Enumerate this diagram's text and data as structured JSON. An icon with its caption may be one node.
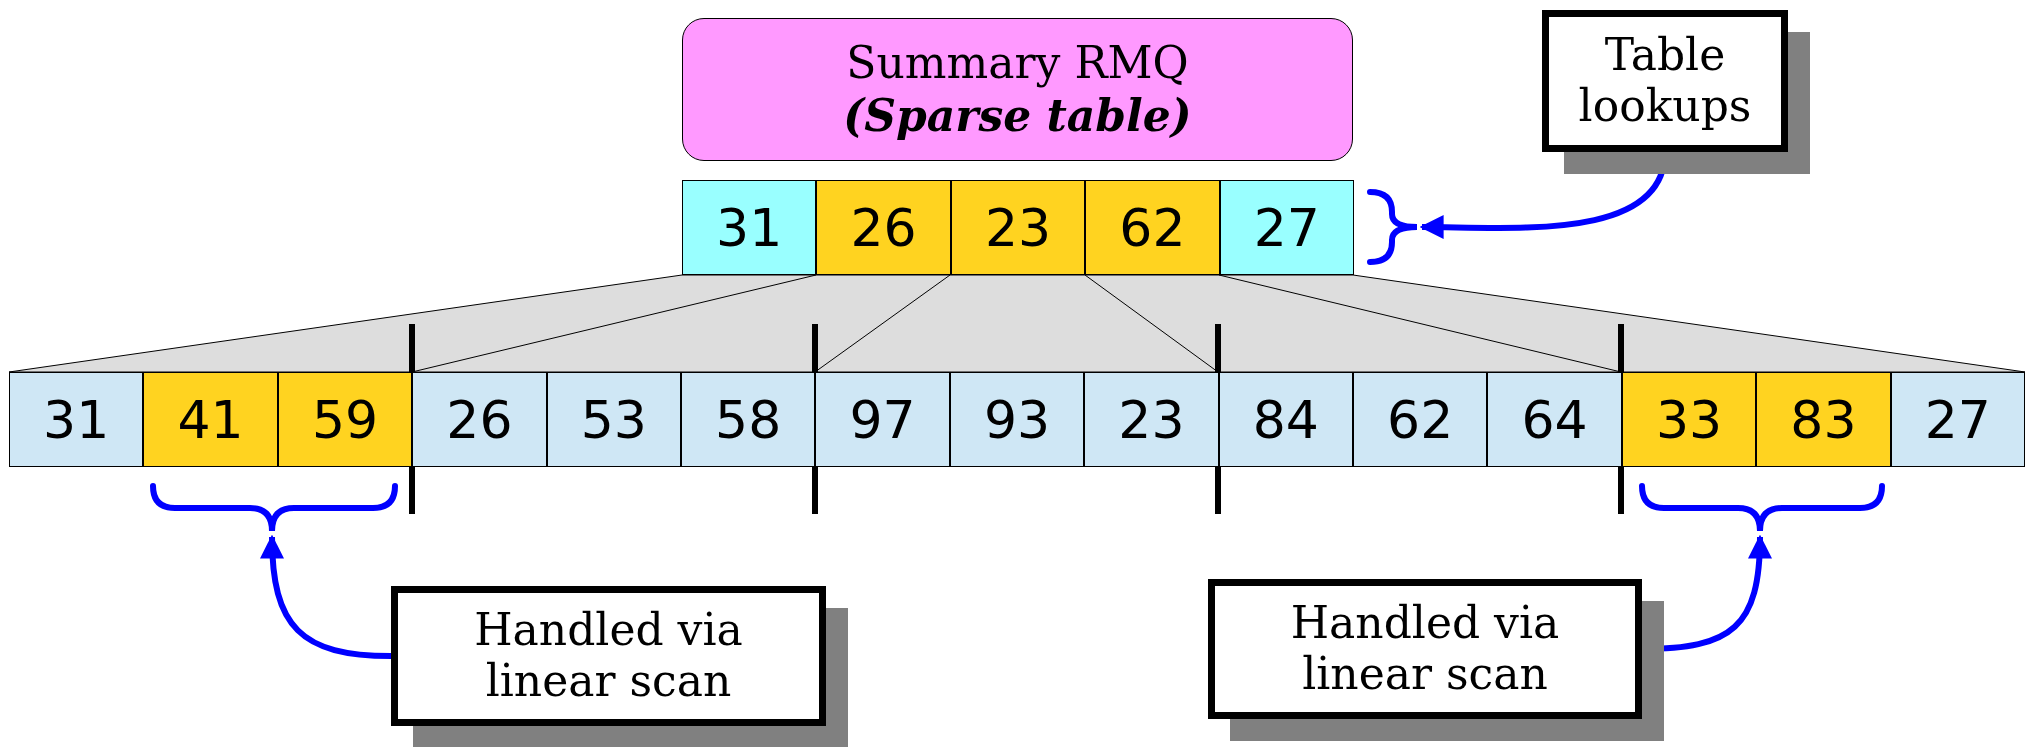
{
  "diagram": {
    "nodes": [
      {
        "text": [
          "Summary RMQ",
          "(Sparse table)"
        ]
      },
      {
        "text": [
          "Table lookups"
        ]
      },
      {
        "text": [
          "31"
        ]
      },
      {
        "text": [
          "26"
        ]
      },
      {
        "text": [
          "23"
        ]
      },
      {
        "text": [
          "62"
        ]
      },
      {
        "text": [
          "27"
        ]
      },
      {
        "text": [],
        "shape": "brace"
      },
      {
        "text": [
          "31"
        ]
      },
      {
        "text": [
          "41"
        ]
      },
      {
        "text": [
          "59"
        ]
      },
      {
        "text": [
          "26"
        ]
      },
      {
        "text": [
          "53"
        ]
      },
      {
        "text": [
          "58"
        ]
      },
      {
        "text": [
          "97"
        ]
      },
      {
        "text": [
          "93"
        ]
      },
      {
        "text": [
          "23"
        ]
      },
      {
        "text": [
          "84"
        ]
      },
      {
        "text": [
          "62"
        ]
      },
      {
        "text": [
          "64"
        ]
      },
      {
        "text": [
          "33"
        ]
      },
      {
        "text": [
          "83"
        ]
      },
      {
        "text": [
          "27"
        ]
      },
      {
        "text": [],
        "shape": "brace"
      },
      {
        "text": [],
        "shape": "brace"
      },
      {
        "text": [
          "Handled via linear scan"
        ]
      },
      {
        "text": [
          "Handled via linear scan"
        ]
      }
    ],
    "edges": [
      {
        "from": 1,
        "to": 7,
        "arrow": "to"
      },
      {
        "from": 25,
        "to": 23,
        "arrow": "to"
      },
      {
        "from": 26,
        "to": 24,
        "arrow": "to"
      }
    ]
  }
}
